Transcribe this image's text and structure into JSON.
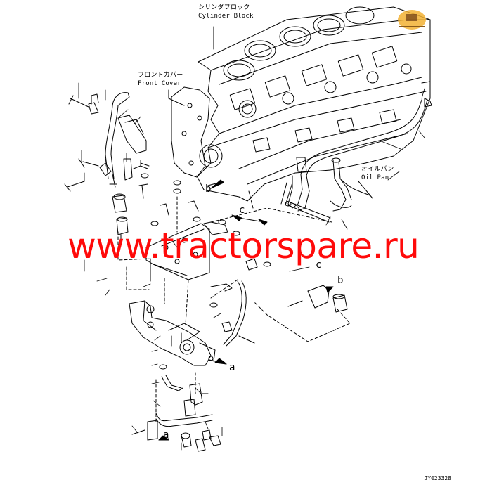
{
  "labels": {
    "cylinder_block_jp": "シリンダブロック",
    "cylinder_block_en": "Cylinder Block",
    "front_cover_jp": "フロントカバー",
    "front_cover_en": "Front Cover",
    "oil_pan_jp": "オイルパン",
    "oil_pan_en": "Oil Pan"
  },
  "callouts": {
    "b_upper": "b",
    "c_upper": "c",
    "c_lower": "c",
    "b_right": "b",
    "a_right": "a",
    "a_bottom": "a"
  },
  "watermark": "www.tractorspare.ru",
  "doc_id": "JY023328",
  "colors": {
    "line": "#000000",
    "watermark": "#ff0a0a",
    "logo_fill": "#f2b134"
  }
}
